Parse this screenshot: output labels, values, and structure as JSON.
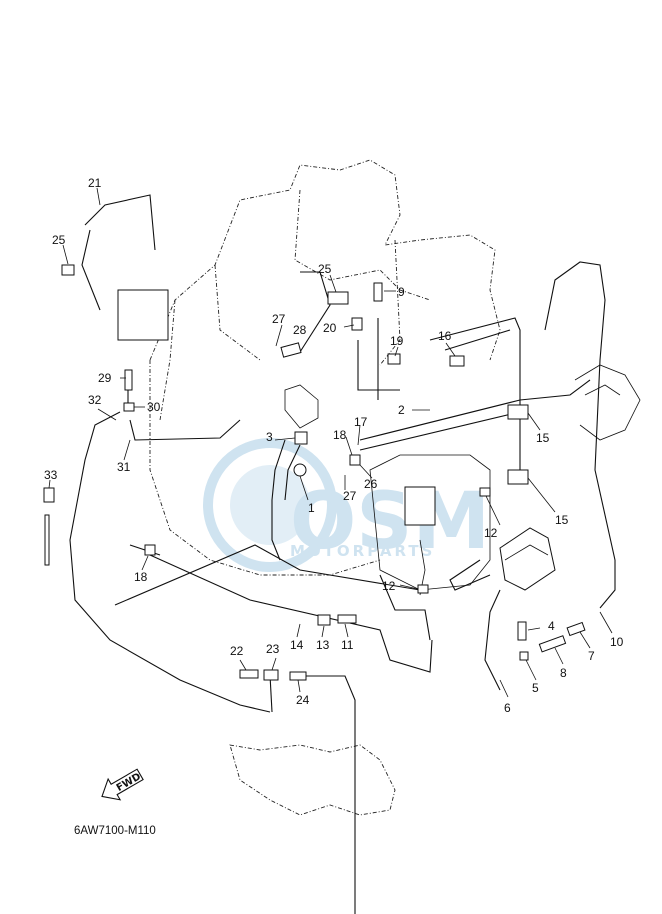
{
  "diagram": {
    "code": "6AW7100-M110",
    "fwd_label": "FWD",
    "watermark": {
      "brand": "OSM",
      "tagline": "MOTORPARTS"
    },
    "callouts": [
      "1",
      "2",
      "3",
      "4",
      "5",
      "6",
      "7",
      "8",
      "9",
      "10",
      "11",
      "12",
      "12",
      "13",
      "14",
      "15",
      "15",
      "16",
      "17",
      "18",
      "18",
      "19",
      "20",
      "21",
      "22",
      "23",
      "24",
      "25",
      "25",
      "26",
      "27",
      "27",
      "28",
      "29",
      "30",
      "31",
      "32",
      "33"
    ]
  }
}
